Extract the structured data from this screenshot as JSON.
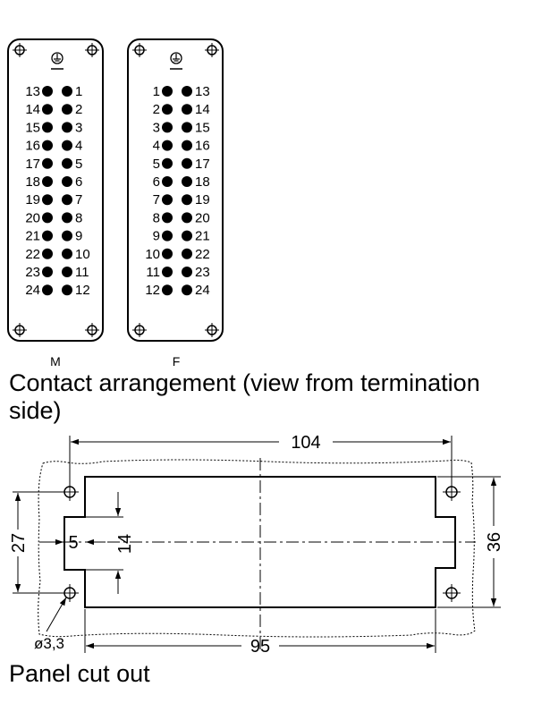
{
  "connector_view": {
    "caption": "Contact arrangement (view from termination side)",
    "male": {
      "label": "M",
      "rows": [
        [
          "13",
          "1"
        ],
        [
          "14",
          "2"
        ],
        [
          "15",
          "3"
        ],
        [
          "16",
          "4"
        ],
        [
          "17",
          "5"
        ],
        [
          "18",
          "6"
        ],
        [
          "19",
          "7"
        ],
        [
          "20",
          "8"
        ],
        [
          "21",
          "9"
        ],
        [
          "22",
          "10"
        ],
        [
          "23",
          "11"
        ],
        [
          "24",
          "12"
        ]
      ]
    },
    "female": {
      "label": "F",
      "rows": [
        [
          "1",
          "13"
        ],
        [
          "2",
          "14"
        ],
        [
          "3",
          "15"
        ],
        [
          "4",
          "16"
        ],
        [
          "5",
          "17"
        ],
        [
          "6",
          "18"
        ],
        [
          "7",
          "19"
        ],
        [
          "8",
          "20"
        ],
        [
          "9",
          "21"
        ],
        [
          "10",
          "22"
        ],
        [
          "11",
          "23"
        ],
        [
          "12",
          "24"
        ]
      ]
    },
    "ground_symbol": "protective-earth-icon"
  },
  "panel_cutout": {
    "caption": "Panel cut out",
    "dimensions": {
      "overall_width": "104",
      "inner_width": "95",
      "height_right": "36",
      "height_left": "27",
      "notch_depth": "5",
      "notch_height": "14",
      "hole_diameter": "ø3,3"
    }
  }
}
